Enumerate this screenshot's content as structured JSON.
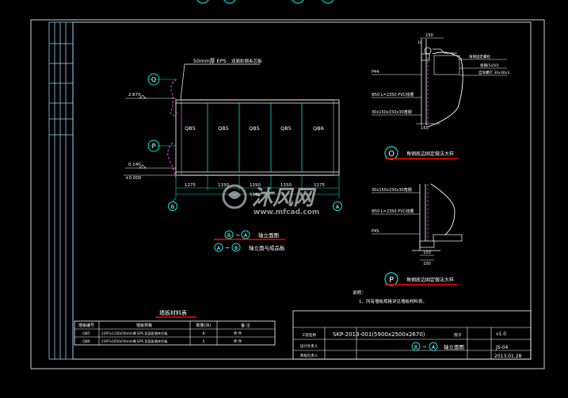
{
  "elevation": {
    "top_note": "50mm厚 EPS",
    "top_note_tail": "双面彩钢夹芯板",
    "level_top": "2.670",
    "level_mid": "0.140",
    "level_base": "±0.000",
    "axis_top": "Q",
    "axis_mid": "P",
    "axis_left": "B",
    "axis_right": "A",
    "panels": [
      "QB5",
      "QB5",
      "QB5",
      "QB5",
      "QB6"
    ],
    "dims": [
      "1275",
      "1150",
      "1150",
      "1150",
      "1175"
    ],
    "total_dim": "5900"
  },
  "captions": {
    "axis_from": "B",
    "axis_to": "A",
    "caption1": "轴立面图",
    "caption2": "轴立面与成品板",
    "tilde": "~"
  },
  "detail_o": {
    "bubble": "O",
    "title": "角钢底边固定做法大样",
    "dim_top": "150",
    "dim_top2": "10",
    "dim_bot": "150",
    "left_notes": [
      "P44",
      "Φ50 L=2350 PVC线槽",
      "30x150x150x30角钢"
    ],
    "right_notes": [
      "角钢固定螺栓",
      "角钢(5x50)",
      "自攻螺钉 30x30x3"
    ]
  },
  "detail_p": {
    "bubble": "P",
    "title": "角钢底边固定做法大样",
    "dim_bot": "150",
    "dim_bot2": "100",
    "left_notes": [
      "30x150x150x30角钢",
      "Φ50 L=2350 PVC线槽",
      "P45"
    ]
  },
  "notes": {
    "heading": "说明：",
    "line1": "1、所有墙板规格详见墙板材料表。"
  },
  "material_table": {
    "title": "墙板材料表",
    "headers": [
      "墙板编号",
      "墙板规格",
      "数量(块)",
      "备 注"
    ],
    "rows": [
      [
        "QB5",
        "2397x1150x50mm厚 EPS 双面彩钢夹芯板",
        "8",
        "单 件"
      ],
      [
        "QB6",
        "2397x1050x50mm厚 EPS 双面彩钢夹芯板",
        "2",
        "单 件"
      ]
    ]
  },
  "title_block": {
    "project": "SKP-2013-001(5900x2500x2670)",
    "project_suffix": "房子",
    "version": "v1.0",
    "drawing_name": "轴立面图",
    "axis_from": "B",
    "axis_to": "A",
    "tilde": "~",
    "sheet_no": "JS-04",
    "date": "2013.01.28",
    "row_labels": [
      "工程名称",
      "设计负责人",
      "审核负责人"
    ]
  },
  "watermark": {
    "text": "沐风网",
    "url": "www.mfcad.com"
  }
}
